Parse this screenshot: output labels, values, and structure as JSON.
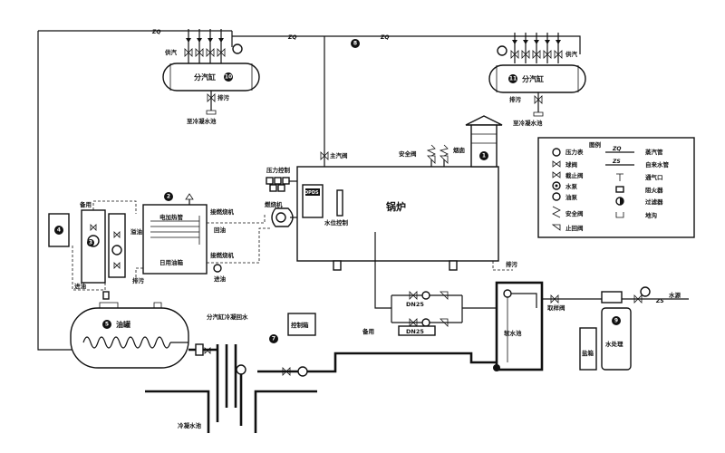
{
  "diagram": {
    "labels": {
      "steam_header": "分汽缸",
      "supply_steam": "供汽",
      "blowdown": "排污",
      "to_condensate_tank": "至冷凝水池",
      "main_valve": "主汽阀",
      "safety_valve": "安全阀",
      "chimney": "烟囱",
      "pressure_control": "压力控制",
      "burner": "燃烧机",
      "boiler": "锅炉",
      "water_level_control": "水位控制",
      "standby": "备用",
      "electric_heater": "电加热管",
      "day_oil_tank": "日用油箱",
      "overflow": "溢油",
      "return_oil": "回油",
      "oil_in": "进油",
      "to_burner_1": "接燃烧机",
      "to_burner_2": "接燃烧机",
      "oil_tank": "油罐",
      "condensate_return": "分汽缸冷凝回水",
      "control_cabinet": "控制箱",
      "condensate_tank": "冷凝水池",
      "dn25": "DN25",
      "soft_water_tank": "软水池",
      "sampling": "取样阀",
      "salt_tank": "盐箱",
      "water_treatment": "水处理",
      "water_source": "水源",
      "legend_title": "图例",
      "panel_label": "DPDS"
    },
    "pipe_codes": {
      "steam": "ZQ",
      "tap": "ZS"
    },
    "numbers": [
      "1",
      "2",
      "3",
      "4",
      "5",
      "6",
      "7",
      "8",
      "9",
      "10",
      "11"
    ],
    "legend": {
      "items_left": [
        "压力表",
        "球阀",
        "截止阀",
        "水泵",
        "油泵",
        "安全阀",
        "止回阀"
      ],
      "items_right": [
        "蒸汽管",
        "自来水管",
        "通气口",
        "阻火器",
        "过滤器",
        "地沟"
      ]
    }
  }
}
